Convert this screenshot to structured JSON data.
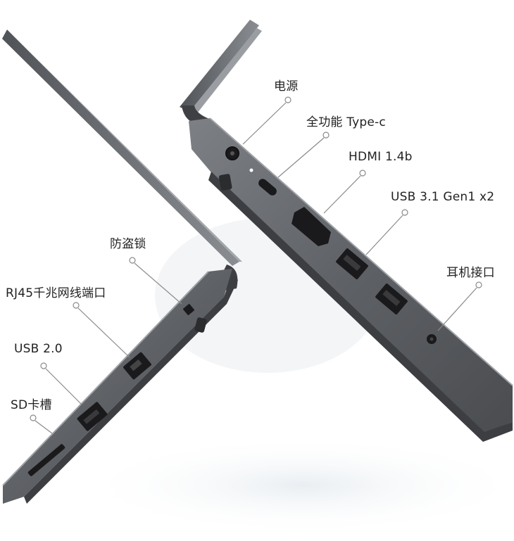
{
  "labels": {
    "power": "电源",
    "type_c": "全功能 Type-c",
    "hdmi": "HDMI 1.4b",
    "usb31": "USB 3.1 Gen1 x2",
    "audio": "耳机接口",
    "lock": "防盗锁",
    "rj45": "RJ45千兆网线端口",
    "usb20": "USB 2.0",
    "sd": "SD卡槽"
  },
  "colors": {
    "chassis": "#6b6e72",
    "chassis_dark": "#3a3c3f",
    "port": "#1a1a1c",
    "leader": "#8a8a8a"
  }
}
